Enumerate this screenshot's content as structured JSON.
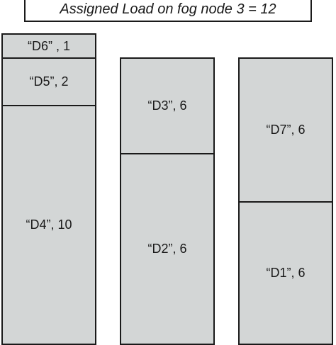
{
  "header": {
    "text": "Assigned Load on fog node 3 = 12"
  },
  "colors": {
    "block_fill": "#d3d6d6",
    "border": "#1a1a1a",
    "background": "#ffffff"
  },
  "columns": [
    {
      "blocks": [
        {
          "label": "“D6” , 1",
          "name": "D6",
          "size": 1
        },
        {
          "label": "“D5”, 2",
          "name": "D5",
          "size": 2
        },
        {
          "label": "“D4”, 10",
          "name": "D4",
          "size": 10
        }
      ]
    },
    {
      "blocks": [
        {
          "label": "“D3”, 6",
          "name": "D3",
          "size": 6
        },
        {
          "label": "“D2”, 6",
          "name": "D2",
          "size": 6
        }
      ]
    },
    {
      "blocks": [
        {
          "label": "“D7”, 6",
          "name": "D7",
          "size": 6
        },
        {
          "label": "“D1”, 6",
          "name": "D1",
          "size": 6
        }
      ]
    }
  ]
}
